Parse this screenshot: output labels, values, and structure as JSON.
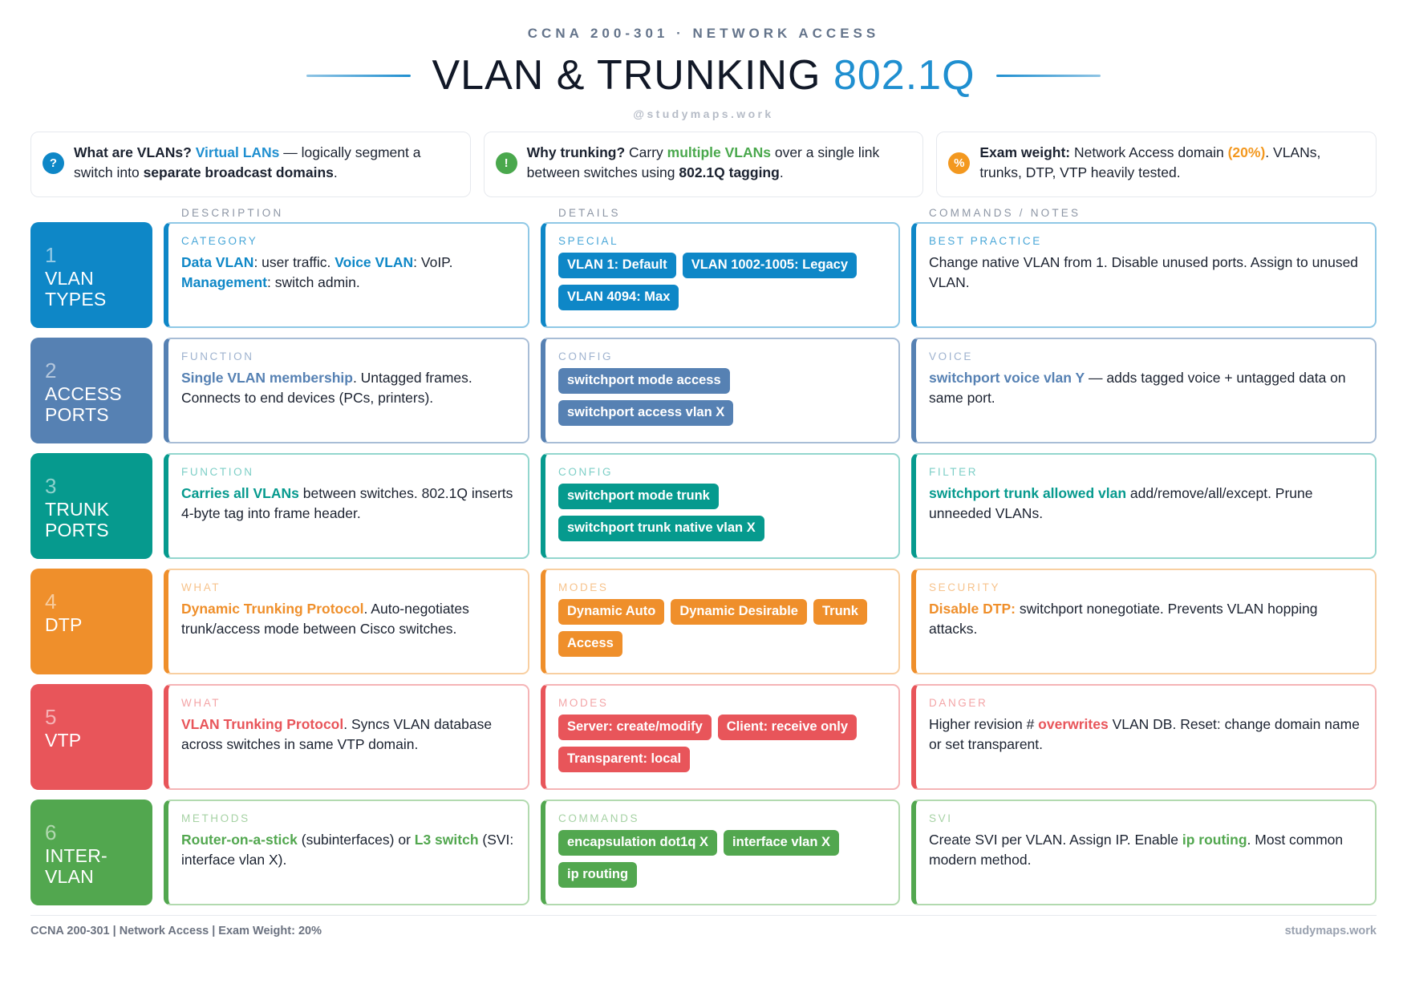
{
  "header": {
    "kicker": "CCNA 200-301 · NETWORK ACCESS",
    "title_main": "VLAN & TRUNKING ",
    "title_accent": "802.1Q",
    "handle": "@studymaps.work"
  },
  "callouts": [
    {
      "icon": "question-mark-icon",
      "badge": "?",
      "color": "#0e87c7",
      "parts": [
        {
          "text": "What are VLANs? ",
          "style": "bold"
        },
        {
          "text": "Virtual LANs",
          "style": "blue"
        },
        {
          "text": " — logically segment a switch into ",
          "style": "plain"
        },
        {
          "text": "separate broadcast domains",
          "style": "bold"
        },
        {
          "text": ".",
          "style": "plain"
        }
      ]
    },
    {
      "icon": "exclamation-mark-icon",
      "badge": "!",
      "color": "#4aa84d",
      "parts": [
        {
          "text": "Why trunking? ",
          "style": "bold"
        },
        {
          "text": "Carry ",
          "style": "plain"
        },
        {
          "text": "multiple VLANs",
          "style": "green"
        },
        {
          "text": " over a single link between switches using ",
          "style": "plain"
        },
        {
          "text": "802.1Q tagging",
          "style": "bold"
        },
        {
          "text": ".",
          "style": "plain"
        }
      ]
    },
    {
      "icon": "percent-icon",
      "badge": "%",
      "color": "#f3981f",
      "parts": [
        {
          "text": "Exam weight:",
          "style": "bold"
        },
        {
          "text": " Network Access domain ",
          "style": "plain"
        },
        {
          "text": "(20%)",
          "style": "orange"
        },
        {
          "text": ". VLANs, trunks, DTP, VTP heavily tested.",
          "style": "plain"
        }
      ]
    }
  ],
  "column_headers": [
    "DESCRIPTION",
    "DETAILS",
    "COMMANDS / NOTES"
  ],
  "rows": [
    {
      "num": "1",
      "name": "VLAN TYPES",
      "color": "#0e87c7",
      "label_color": "#49a7d8",
      "border": "#8fc8e6",
      "accent": "#0e87c7",
      "description": {
        "label": "CATEGORY",
        "parts": [
          {
            "text": "Data VLAN",
            "style": "accent"
          },
          {
            "text": ": user traffic. ",
            "style": "plain"
          },
          {
            "text": "Voice VLAN",
            "style": "accent"
          },
          {
            "text": ": VoIP. ",
            "style": "plain"
          },
          {
            "text": "Management",
            "style": "accent"
          },
          {
            "text": ": switch admin.",
            "style": "plain"
          }
        ]
      },
      "details": {
        "label": "SPECIAL",
        "chips": [
          "VLAN 1: Default",
          "VLAN 1002-1005: Legacy",
          "VLAN 4094: Max"
        ]
      },
      "notes": {
        "label": "BEST PRACTICE",
        "parts": [
          {
            "text": "Change native VLAN from 1. Disable unused ports. Assign to unused VLAN.",
            "style": "plain"
          }
        ]
      }
    },
    {
      "num": "2",
      "name": "ACCESS PORTS",
      "color": "#5681b3",
      "label_color": "#9fb3cf",
      "border": "#a8bdd6",
      "accent": "#5681b3",
      "description": {
        "label": "FUNCTION",
        "parts": [
          {
            "text": "Single VLAN membership",
            "style": "accent"
          },
          {
            "text": ". Untagged frames. Connects to end devices (PCs, printers).",
            "style": "plain"
          }
        ]
      },
      "details": {
        "label": "CONFIG",
        "chips": [
          "switchport mode access",
          "switchport access vlan X"
        ]
      },
      "notes": {
        "label": "VOICE",
        "parts": [
          {
            "text": "switchport voice vlan Y",
            "style": "accent"
          },
          {
            "text": " — adds tagged voice + untagged data on same port.",
            "style": "plain"
          }
        ]
      }
    },
    {
      "num": "3",
      "name": "TRUNK PORTS",
      "color": "#069a8e",
      "label_color": "#7ecfc7",
      "border": "#93d6ce",
      "accent": "#069a8e",
      "description": {
        "label": "FUNCTION",
        "parts": [
          {
            "text": "Carries all VLANs",
            "style": "accent"
          },
          {
            "text": " between switches. 802.1Q inserts 4-byte tag into frame header.",
            "style": "plain"
          }
        ]
      },
      "details": {
        "label": "CONFIG",
        "chips": [
          "switchport mode trunk",
          "switchport trunk native vlan X"
        ]
      },
      "notes": {
        "label": "FILTER",
        "parts": [
          {
            "text": "switchport trunk allowed vlan",
            "style": "accent"
          },
          {
            "text": " add/remove/all/except. Prune unneeded VLANs.",
            "style": "plain"
          }
        ]
      }
    },
    {
      "num": "4",
      "name": "DTP",
      "color": "#ef8f2b",
      "label_color": "#f7c38c",
      "border": "#f8cfa1",
      "accent": "#ef8f2b",
      "description": {
        "label": "WHAT",
        "parts": [
          {
            "text": "Dynamic Trunking Protocol",
            "style": "accent"
          },
          {
            "text": ". Auto-negotiates trunk/access mode between Cisco switches.",
            "style": "plain"
          }
        ]
      },
      "details": {
        "label": "MODES",
        "chips": [
          "Dynamic Auto",
          "Dynamic Desirable",
          "Trunk",
          "Access"
        ]
      },
      "notes": {
        "label": "SECURITY",
        "parts": [
          {
            "text": "Disable DTP:",
            "style": "accent"
          },
          {
            "text": " switchport nonegotiate. Prevents VLAN hopping attacks.",
            "style": "plain"
          }
        ]
      }
    },
    {
      "num": "5",
      "name": "VTP",
      "color": "#e8555a",
      "label_color": "#f3a5a7",
      "border": "#f5b4b6",
      "accent": "#e8555a",
      "description": {
        "label": "WHAT",
        "parts": [
          {
            "text": "VLAN Trunking Protocol",
            "style": "accent"
          },
          {
            "text": ". Syncs VLAN database across switches in same VTP domain.",
            "style": "plain"
          }
        ]
      },
      "details": {
        "label": "MODES",
        "chips": [
          "Server: create/modify",
          "Client: receive only",
          "Transparent: local"
        ]
      },
      "notes": {
        "label": "DANGER",
        "parts": [
          {
            "text": "Higher revision # ",
            "style": "plain"
          },
          {
            "text": "overwrites",
            "style": "accent"
          },
          {
            "text": " VLAN DB. Reset: change domain name or set transparent.",
            "style": "plain"
          }
        ]
      }
    },
    {
      "num": "6",
      "name": "INTER-VLAN",
      "color": "#52a74f",
      "label_color": "#a6d2a4",
      "border": "#b2daaf",
      "accent": "#52a74f",
      "description": {
        "label": "METHODS",
        "parts": [
          {
            "text": "Router-on-a-stick",
            "style": "accent"
          },
          {
            "text": " (subinterfaces) or ",
            "style": "plain"
          },
          {
            "text": "L3 switch",
            "style": "accent"
          },
          {
            "text": " (SVI: interface vlan X).",
            "style": "plain"
          }
        ]
      },
      "details": {
        "label": "COMMANDS",
        "chips": [
          "encapsulation dot1q X",
          "interface vlan X",
          "ip routing"
        ]
      },
      "notes": {
        "label": "SVI",
        "parts": [
          {
            "text": "Create SVI per VLAN. Assign IP. Enable ",
            "style": "plain"
          },
          {
            "text": "ip routing",
            "style": "accent"
          },
          {
            "text": ". Most common modern method.",
            "style": "plain"
          }
        ]
      }
    }
  ],
  "footer": {
    "left": "CCNA 200-301 | Network Access | Exam Weight: 20%",
    "right": "studymaps.work"
  }
}
